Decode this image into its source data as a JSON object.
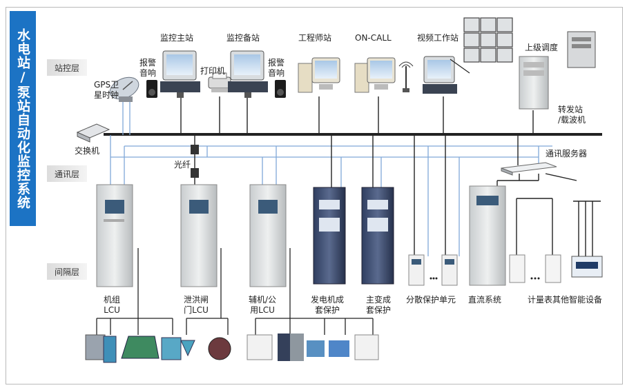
{
  "banner": {
    "title": "水电站/泵站自动化监控系统"
  },
  "layers": {
    "station": "站控层",
    "comm": "通讯层",
    "bay": "间隔层"
  },
  "labels": {
    "gps": "GPS卫\n星时钟",
    "alarm_left": "报警\n音响",
    "printer": "打印机",
    "main_monitor": "监控主站",
    "backup_monitor": "监控备站",
    "alarm_right": "报警\n音响",
    "engineer": "工程师站",
    "oncall": "ON-CALL",
    "video": "视频工作站",
    "upper_dispatch": "上级调度",
    "relay": "转发站\n/载波机",
    "switch": "交换机",
    "comm_server": "通讯服务器",
    "fiber": "光纤",
    "unit_lcu": "机组\nLCU",
    "gate_lcu": "泄洪闸\n门LCU",
    "aux_lcu": "辅机/公\n用LCU",
    "gen_protect": "发电机成\n套保护",
    "trans_protect": "主变成\n套保护",
    "dispersed": "分散保护单元",
    "dc_system": "直流系统",
    "meters": "计量表其他智能设备"
  },
  "colors": {
    "banner": "#1c73c4",
    "bus": "#222222",
    "net_line": "#7fa8d8",
    "cabinet": "#dfe2e3",
    "cabinet_dark": "#3c4a6a"
  }
}
